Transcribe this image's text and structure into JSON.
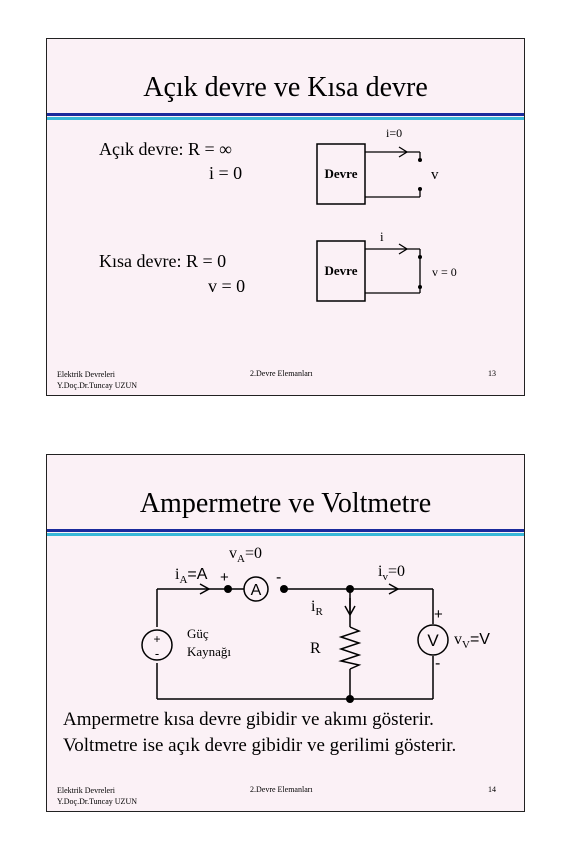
{
  "slide1": {
    "title": "Açık devre ve Kısa devre",
    "open_label": "Açık devre: R = ∞",
    "open_current": "i = 0",
    "short_label": "Kısa devre: R = 0",
    "short_voltage": "v = 0",
    "diagram_open": {
      "box": "Devre",
      "current": "i=0",
      "voltage": "v"
    },
    "diagram_short": {
      "box": "Devre",
      "current": "i",
      "voltage": "v = 0"
    },
    "footer": {
      "course": "Elektrik Devreleri",
      "author": "Y.Doç.Dr.Tuncay UZUN",
      "chapter": "2.Devre Elemanları",
      "page": "13"
    }
  },
  "slide2": {
    "title": "Ampermetre ve Voltmetre",
    "circuit": {
      "ia_main": "i",
      "ia_sub": "A",
      "ia_eq": "=A",
      "va_main": "v",
      "va_sub": "A",
      "va_eq": "=0",
      "iv_main": "i",
      "iv_sub": "v",
      "iv_eq": "=0",
      "ir_main": "i",
      "ir_sub": "R",
      "vv_main": "v",
      "vv_sub": "V",
      "vv_eq": "=V",
      "ammeter": "A",
      "voltmeter": "V",
      "source_line1": "Güç",
      "source_line2": "Kaynağı",
      "resistor": "R",
      "plus": "+",
      "minus": "-"
    },
    "line1": "Ampermetre kısa devre gibidir ve akımı gösterir.",
    "line2": "Voltmetre ise açık devre gibidir ve gerilimi gösterir.",
    "footer": {
      "course": "Elektrik Devreleri",
      "author": "Y.Doç.Dr.Tuncay UZUN",
      "chapter": "2.Devre Elemanları",
      "page": "14"
    }
  }
}
